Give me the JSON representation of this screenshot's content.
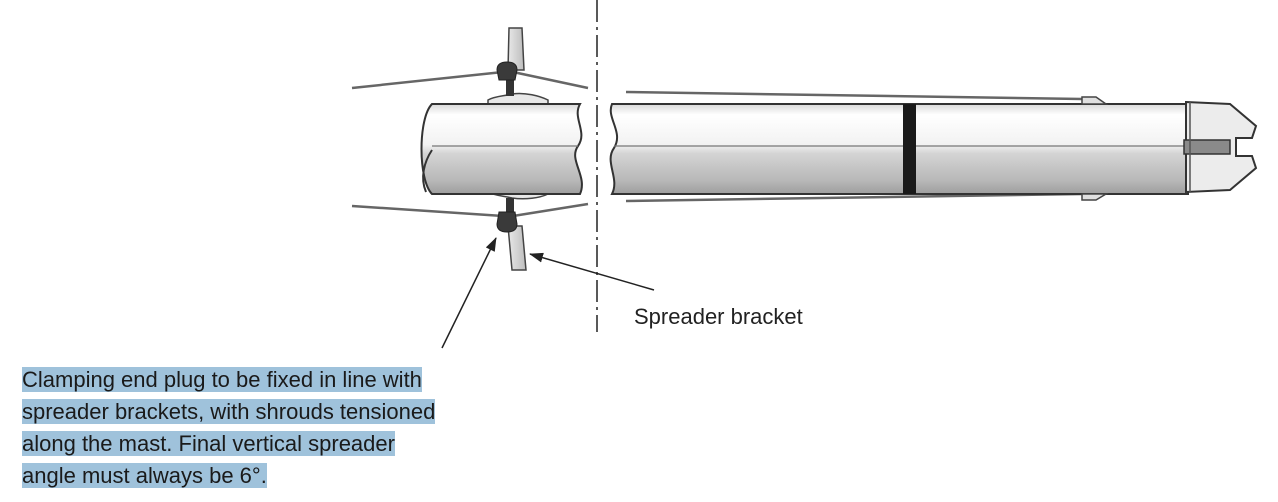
{
  "labels": {
    "spreader_bracket": "Spreader bracket"
  },
  "caption": {
    "lines": [
      "Clamping end plug to be fixed in line with",
      "spreader brackets, with shrouds tensioned",
      "along the mast. Final vertical spreader",
      "angle must always be 6°."
    ]
  },
  "colors": {
    "caption_highlight": "#9fc2db",
    "line": "#555555",
    "mast_band": "#1a1a1a"
  }
}
